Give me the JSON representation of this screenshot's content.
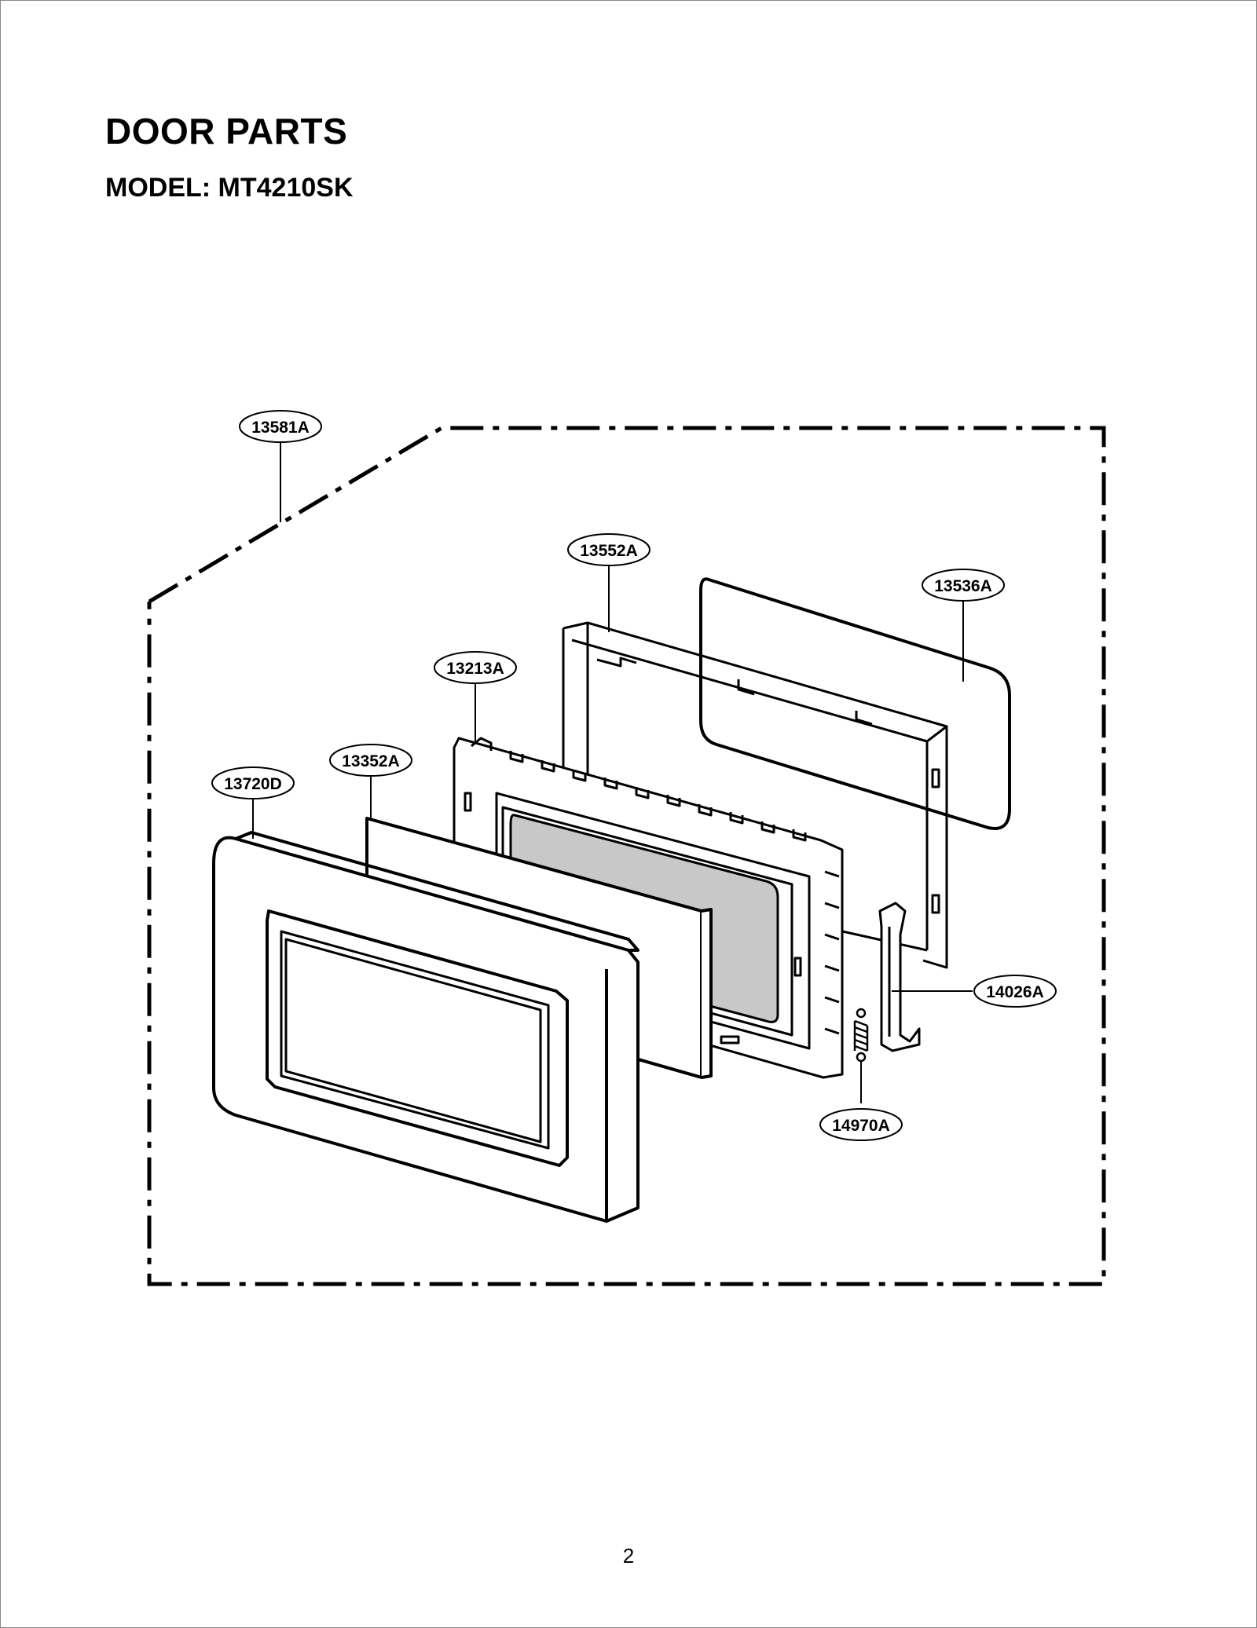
{
  "header": {
    "title": "DOOR PARTS",
    "model": "MODEL: MT4210SK"
  },
  "callouts": {
    "assembly": "13581A",
    "choke_frame": "13552A",
    "screen_cover": "13536A",
    "door_frame": "13213A",
    "window_glass": "13352A",
    "door_front": "13720D",
    "latch_key": "14026A",
    "spring": "14970A"
  },
  "footer": {
    "page_number": "2"
  }
}
